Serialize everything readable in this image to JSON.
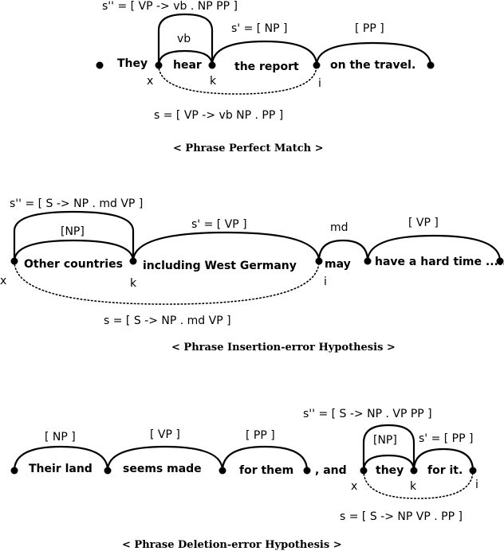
{
  "fig1": {
    "s_double": "s'' = [ VP -> vb . NP  PP ]",
    "vb": "vb",
    "s_prime": "s' = [ NP ]",
    "pp": "[ PP ]",
    "w_they": "They",
    "w_hear": "hear",
    "w_report": "the report",
    "w_travel": "on the travel.",
    "x": "x",
    "k": "k",
    "i": "i",
    "s": "s = [ VP -> vb NP . PP ]",
    "caption": "< Phrase  Perfect  Match >"
  },
  "fig2": {
    "s_double": "s'' = [ S -> NP . md  VP ]",
    "np": "[NP]",
    "s_prime": "s' = [ VP ]",
    "md": "md",
    "vp": "[ VP ]",
    "w_other": "Other countries",
    "w_including": "including West Germany",
    "w_may": "may",
    "w_have": "have a hard time .....",
    "x": "x",
    "k": "k",
    "i": "i",
    "s": "s = [ S -> NP . md  VP ]",
    "caption": "< Phrase  Insertion-error  Hypothesis >"
  },
  "fig3": {
    "np": "[ NP ]",
    "vp": "[ VP ]",
    "pp": "[ PP ]",
    "w_land": "Their land",
    "w_seems": "seems made",
    "w_them": "for them",
    "and": ", and",
    "s_double": "s'' = [ S -> NP . VP  PP ]",
    "np2": "[NP]",
    "s_prime": "s' = [ PP ]",
    "w_they": "they",
    "w_forit": "for it.",
    "x": "x",
    "k": "k",
    "i": "i",
    "s": "s = [ S -> NP  VP . PP ]",
    "caption": "< Phrase  Deletion-error  Hypothesis >"
  }
}
